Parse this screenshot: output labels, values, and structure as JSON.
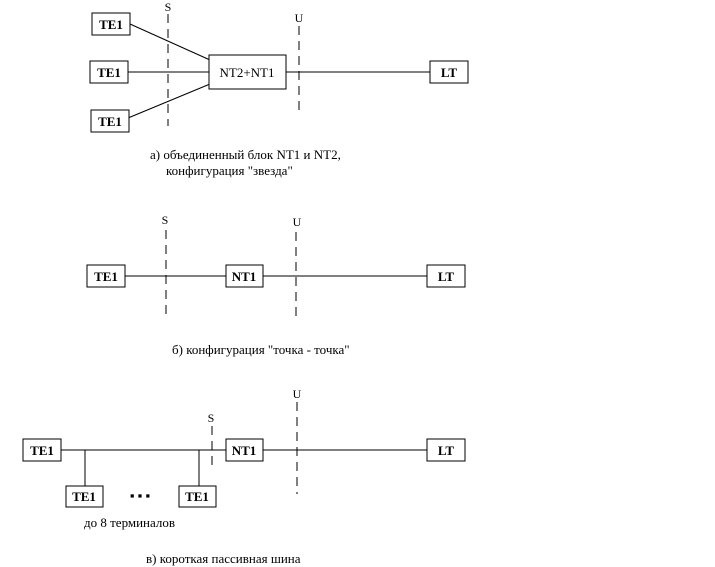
{
  "diagram_a": {
    "te_labels": [
      "TE1",
      "TE1",
      "TE1"
    ],
    "nt_label": "NT2+NT1",
    "lt_label": "LT",
    "s_label": "S",
    "u_label": "U",
    "caption_line1": "а) объединенный блок NT1 и NT2,",
    "caption_line2": "конфигурация \"звезда\""
  },
  "diagram_b": {
    "te_label": "TE1",
    "nt_label": "NT1",
    "lt_label": "LT",
    "s_label": "S",
    "u_label": "U",
    "caption": "б) конфигурация \"точка - точка\""
  },
  "diagram_c": {
    "te_main_label": "TE1",
    "te_bus_labels": [
      "TE1",
      "TE1"
    ],
    "nt_label": "NT1",
    "lt_label": "LT",
    "s_label": "S",
    "u_label": "U",
    "ellipsis": "▪ ▪ ▪",
    "terminals_note": "до 8 терминалов",
    "caption": "в) короткая пассивная шина"
  }
}
